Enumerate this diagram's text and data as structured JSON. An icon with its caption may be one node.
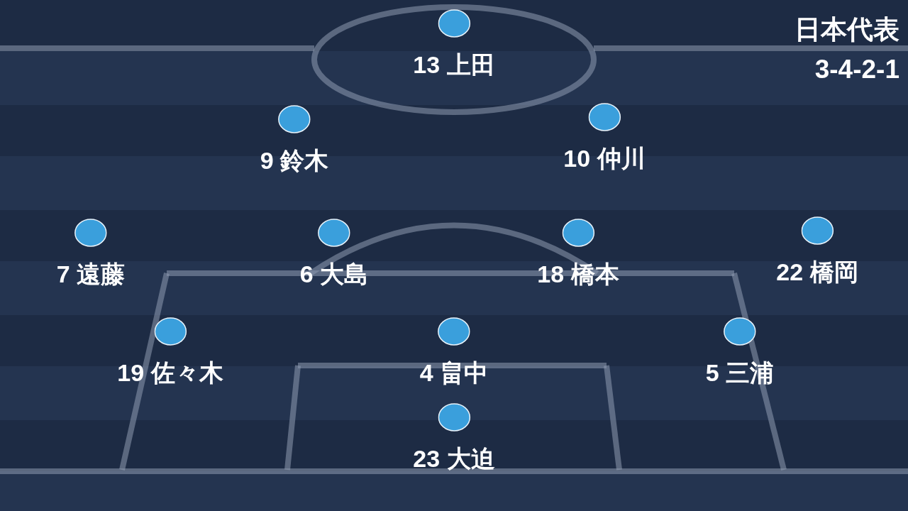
{
  "diagram": {
    "title": "日本代表 3-4-2-1",
    "nodes": [
      {
        "text": [
          "13 上田"
        ]
      },
      {
        "text": [
          "9 鈴木"
        ]
      },
      {
        "text": [
          "10 仲川"
        ]
      },
      {
        "text": [
          "7 遠藤"
        ]
      },
      {
        "text": [
          "6 大島"
        ]
      },
      {
        "text": [
          "18 橋本"
        ]
      },
      {
        "text": [
          "22 橋岡"
        ]
      },
      {
        "text": [
          "19 佐々木"
        ]
      },
      {
        "text": [
          "4 畠中"
        ]
      },
      {
        "text": [
          "5 三浦"
        ]
      },
      {
        "text": [
          "23 大迫"
        ]
      }
    ]
  }
}
